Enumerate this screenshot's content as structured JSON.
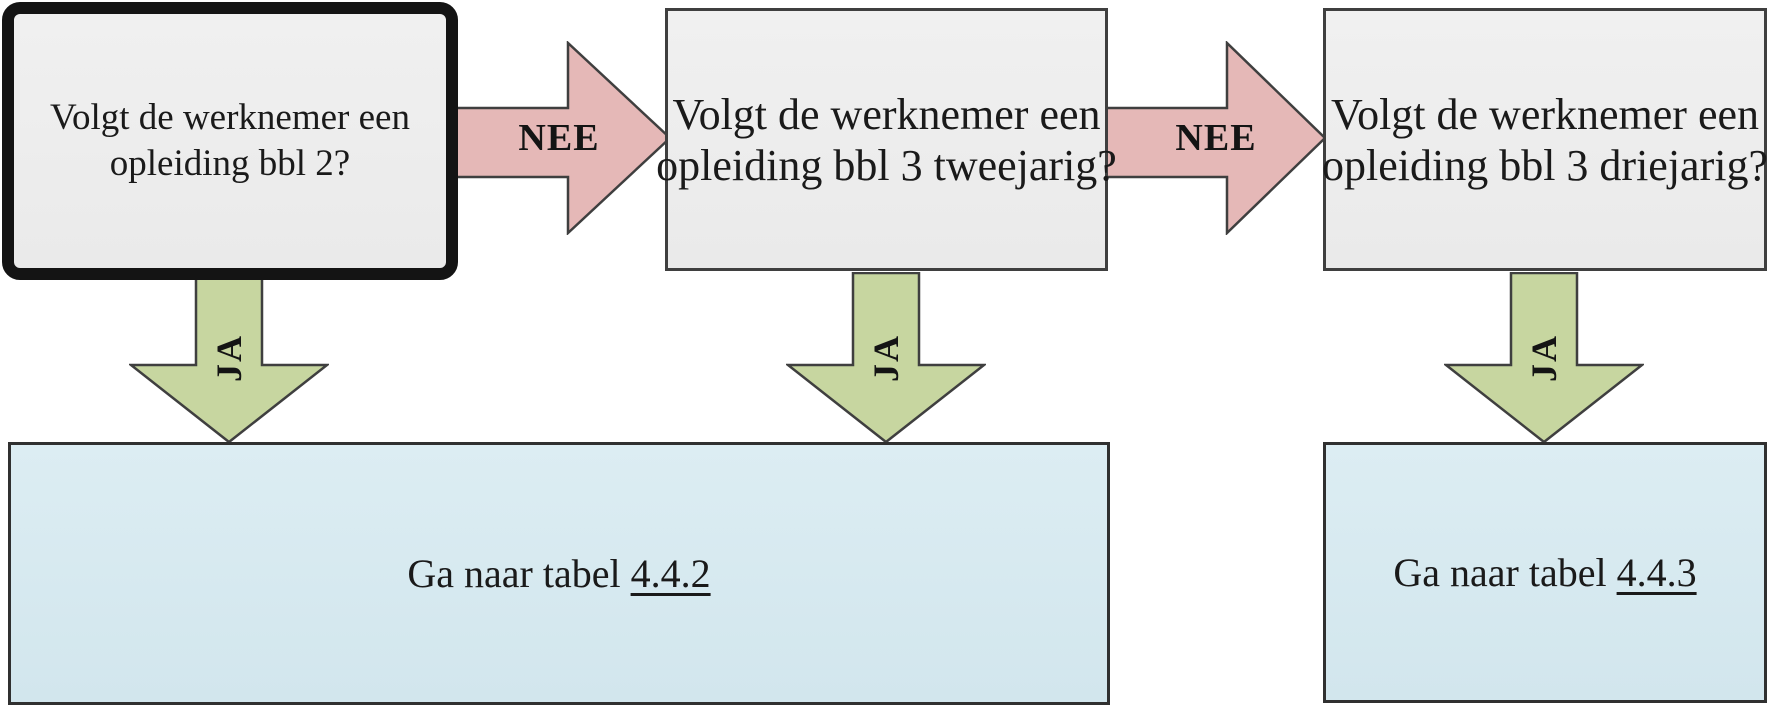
{
  "theme": {
    "background": "#ffffff",
    "question_fill": "#ededed",
    "question_border": "#3f3f3f",
    "active_border": "#141414",
    "nee_arrow_fill": "#e5b8b7",
    "ja_arrow_fill": "#c7d6a0",
    "result_fill": "#d6e9ef",
    "result_border": "#303030",
    "text_color": "#1a1a1a"
  },
  "flowchart": {
    "questions": [
      {
        "line1": "Volgt de werknemer een",
        "line2": "opleiding bbl 2?"
      },
      {
        "line1": "Volgt de werknemer een",
        "line2": "opleiding bbl 3 tweejarig?"
      },
      {
        "line1": "Volgt de werknemer een",
        "line2": "opleiding bbl 3 driejarig?"
      }
    ],
    "no_label": "NEE",
    "yes_label": "JA",
    "results": [
      {
        "prefix": "Ga naar tabel ",
        "link": "4.4.2"
      },
      {
        "prefix": "Ga naar tabel ",
        "link": "4.4.3"
      }
    ]
  }
}
